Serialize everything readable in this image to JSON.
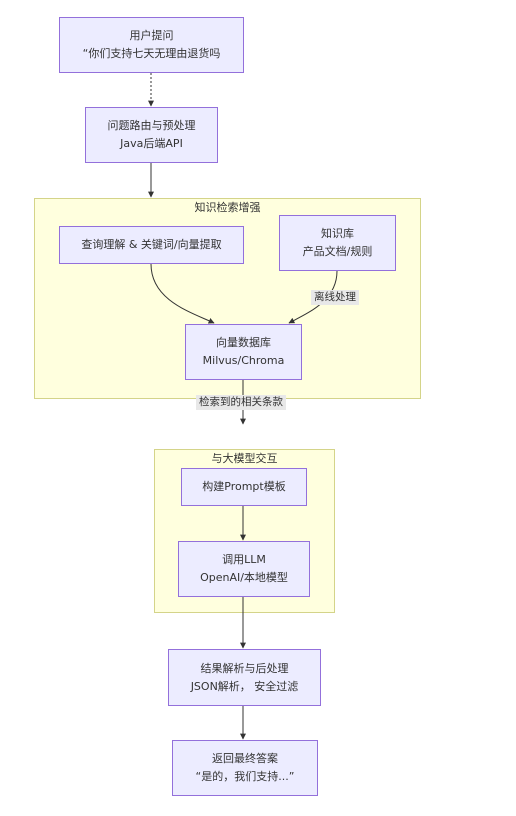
{
  "nodes": {
    "user_question": {
      "title": "用户提问",
      "subtitle": "“你们支持七天无理由退货吗"
    },
    "routing": {
      "title": "问题路由与预处理",
      "subtitle": "Java后端API"
    },
    "query_understanding": {
      "title": "查询理解 & 关键词/向量提取"
    },
    "knowledge_base": {
      "title": "知识库",
      "subtitle": "产品文档/规则"
    },
    "vector_db": {
      "title": "向量数据库",
      "subtitle": "Milvus/Chroma"
    },
    "build_prompt": {
      "title": "构建Prompt模板"
    },
    "call_llm": {
      "title": "调用LLM",
      "subtitle": "OpenAI/本地模型"
    },
    "parse_result": {
      "title": "结果解析与后处理",
      "subtitle": "JSON解析， 安全过滤"
    },
    "final_answer": {
      "title": "返回最终答案",
      "subtitle": "“是的，我们支持...”"
    }
  },
  "clusters": {
    "knowledge_retrieval": {
      "title": "知识检索增强"
    },
    "llm_interaction": {
      "title": "与大模型交互"
    }
  },
  "edge_labels": {
    "offline_processing": "离线处理",
    "retrieved_terms": "检索到的相关条款"
  },
  "colors": {
    "node_fill": "#ececff",
    "node_border": "#9370db",
    "cluster_fill": "#ffffde",
    "cluster_border": "#d4d489",
    "edge": "#333333",
    "edge_label_bg": "#e8e8e8"
  }
}
